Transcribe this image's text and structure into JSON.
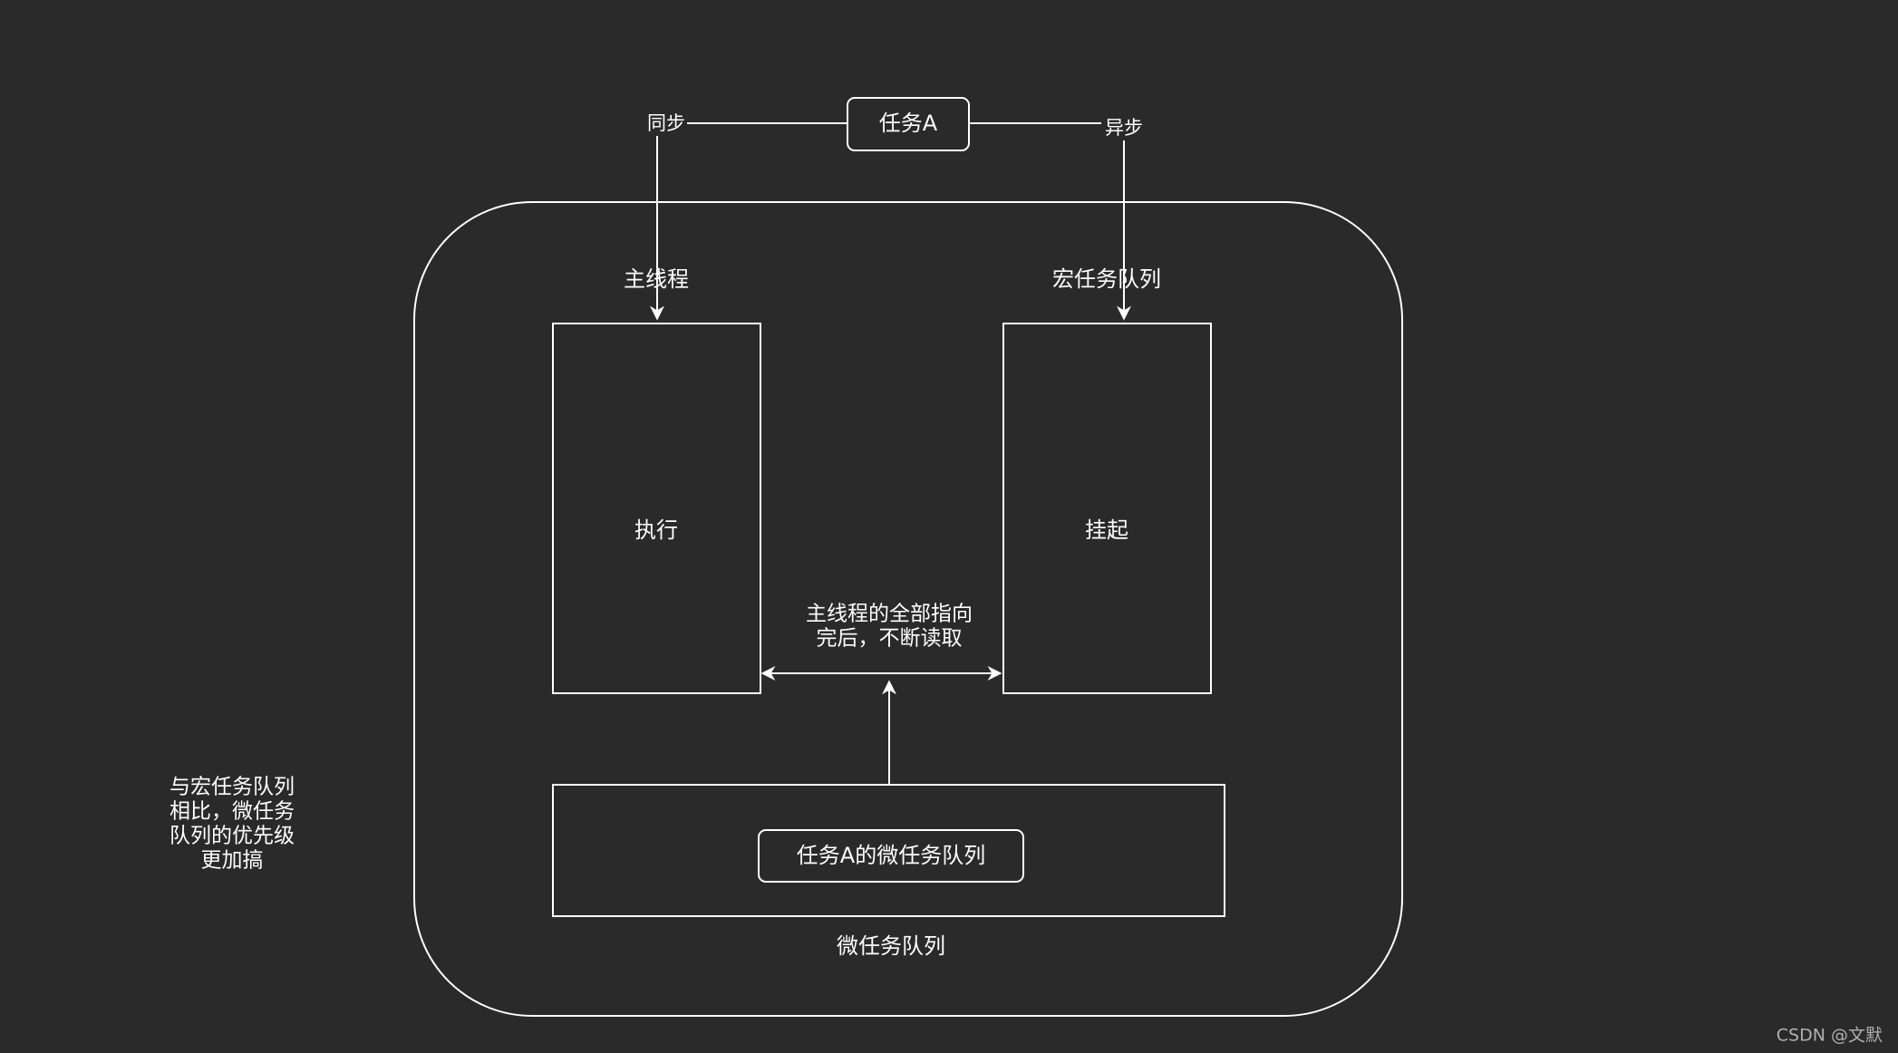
{
  "diagram": {
    "task_node": "任务A",
    "sync_label": "同步",
    "async_label": "异步",
    "main_thread_title": "主线程",
    "main_thread_box": "执行",
    "macro_queue_title": "宏任务队列",
    "macro_queue_box": "挂起",
    "loop_note": [
      "主线程的全部指向",
      "完后，不断读取"
    ],
    "micro_queue_inner": "任务A的微任务队列",
    "micro_queue_title": "微任务队列",
    "side_note": [
      "与宏任务队列",
      "相比，微任务",
      "队列的优先级",
      "更加搞"
    ]
  },
  "watermark": "CSDN @文默",
  "colors": {
    "background": "#2a2a2a",
    "stroke": "#ffffff"
  }
}
